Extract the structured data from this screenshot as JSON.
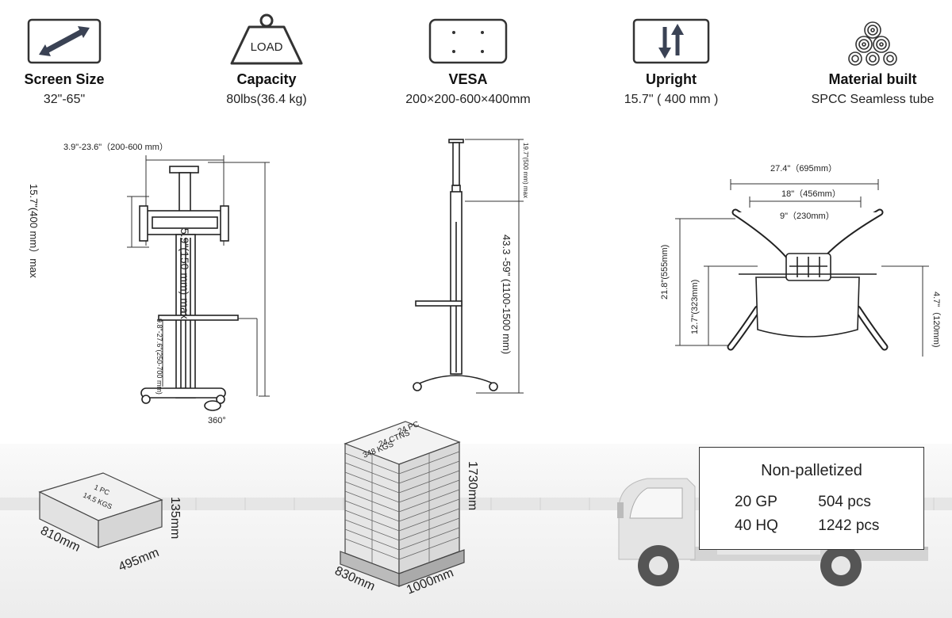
{
  "features": [
    {
      "icon": "diagonal-arrow-icon",
      "title": "Screen Size",
      "value": "32\"-65\""
    },
    {
      "icon": "load-weight-icon",
      "icon_label": "LOAD",
      "title": "Capacity",
      "value": "80lbs(36.4 kg)"
    },
    {
      "icon": "vesa-plate-icon",
      "title": "VESA",
      "value": "200×200-600×400mm"
    },
    {
      "icon": "up-down-arrows-icon",
      "title": "Upright",
      "value": "15.7\" ( 400 mm )"
    },
    {
      "icon": "tube-stack-icon",
      "title": "Material built",
      "value": "SPCC Seamless tube"
    }
  ],
  "diagram_front": {
    "top_width": "3.9\"-23.6\"（200-600 mm）",
    "left_height": "15.7\"(400 mm）max",
    "mid_height": "5.9\"(150 mm) max",
    "shelf_height": "9.8\"-27.6\"(250-700 mm)",
    "rotation": "360°"
  },
  "diagram_side": {
    "top_range": "19.7\"(500 mm) max",
    "height_range": "43.3 -59\" (1100-1500 mm)"
  },
  "diagram_base": {
    "outer_width": "27.4\"（695mm）",
    "mid_width": "18\"（456mm）",
    "inner_width": "9\"（230mm）",
    "depth": "21.8\"(555mm)",
    "shelf_depth": "12.7\"(323mm)",
    "offset": "4.7\"（120mm)"
  },
  "package_single": {
    "box_label_1": "1 PC",
    "box_label_2": "14.5 KGS",
    "length": "810mm",
    "width": "495mm",
    "height": "135mm"
  },
  "package_pallet": {
    "label_1": "24 PC",
    "label_2": "24 CTNS",
    "label_3": "348 KGS",
    "height": "1730mm",
    "length": "830mm",
    "width": "1000mm"
  },
  "shipping": {
    "heading": "Non-palletized",
    "rows": [
      {
        "container": "20 GP",
        "qty": "504 pcs"
      },
      {
        "container": "40 HQ",
        "qty": "1242 pcs"
      }
    ]
  }
}
